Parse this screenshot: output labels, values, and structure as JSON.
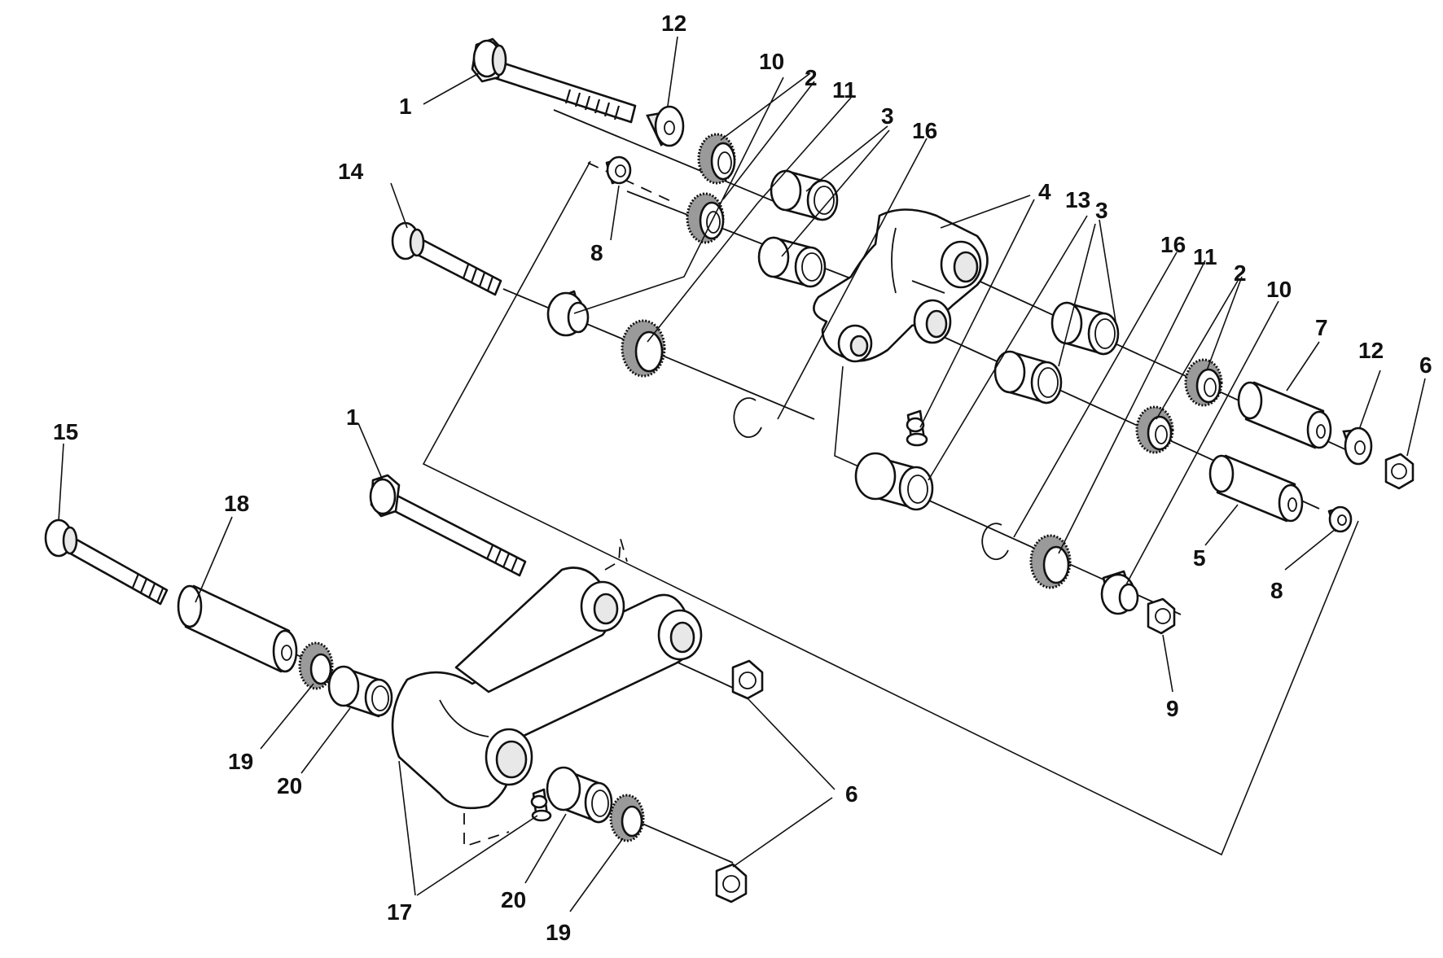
{
  "callouts": {
    "c1a": "1",
    "c1b": "1",
    "c2a": "2",
    "c2b": "2",
    "c3a": "3",
    "c3b": "3",
    "c4": "4",
    "c5": "5",
    "c6a": "6",
    "c6b": "6",
    "c7": "7",
    "c8a": "8",
    "c8b": "8",
    "c9": "9",
    "c10a": "10",
    "c10b": "10",
    "c11a": "11",
    "c11b": "11",
    "c12a": "12",
    "c12b": "12",
    "c13": "13",
    "c14": "14",
    "c15": "15",
    "c16a": "16",
    "c16b": "16",
    "c17": "17",
    "c18": "18",
    "c19a": "19",
    "c19b": "19",
    "c20a": "20",
    "c20b": "20"
  }
}
